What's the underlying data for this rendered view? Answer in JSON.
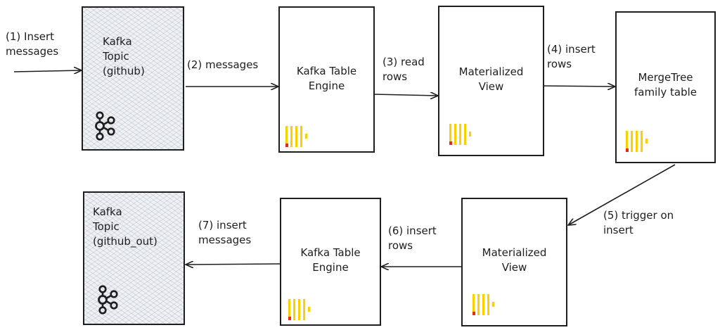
{
  "nodes": {
    "topic_in": {
      "label": "Kafka\nTopic\n(github)",
      "icon": "kafka-logo-icon"
    },
    "kafka_engine_1": {
      "label": "Kafka Table\nEngine",
      "icon": "clickhouse-logo-icon"
    },
    "mv_1": {
      "label": "Materialized\nView",
      "icon": "clickhouse-logo-icon"
    },
    "mergetree": {
      "label": "MergeTree\nfamily table",
      "icon": "clickhouse-logo-icon"
    },
    "mv_2": {
      "label": "Materialized\nView",
      "icon": "clickhouse-logo-icon"
    },
    "kafka_engine_2": {
      "label": "Kafka Table\nEngine",
      "icon": "clickhouse-logo-icon"
    },
    "topic_out": {
      "label": "Kafka\nTopic\n(github_out)",
      "icon": "kafka-logo-icon"
    }
  },
  "edges": {
    "e1": "(1) Insert\nmessages",
    "e2": "(2) messages",
    "e3": "(3) read\nrows",
    "e4": "(4) insert\nrows",
    "e5": "(5) trigger on\ninsert",
    "e6": "(6) insert\nrows",
    "e7": "(7) insert\nmessages"
  },
  "colors": {
    "stroke": "#1e1e1e",
    "clickhouse_yellow": "#fbd000",
    "clickhouse_red": "#e8262b",
    "topic_fill": "#eef0f4"
  }
}
